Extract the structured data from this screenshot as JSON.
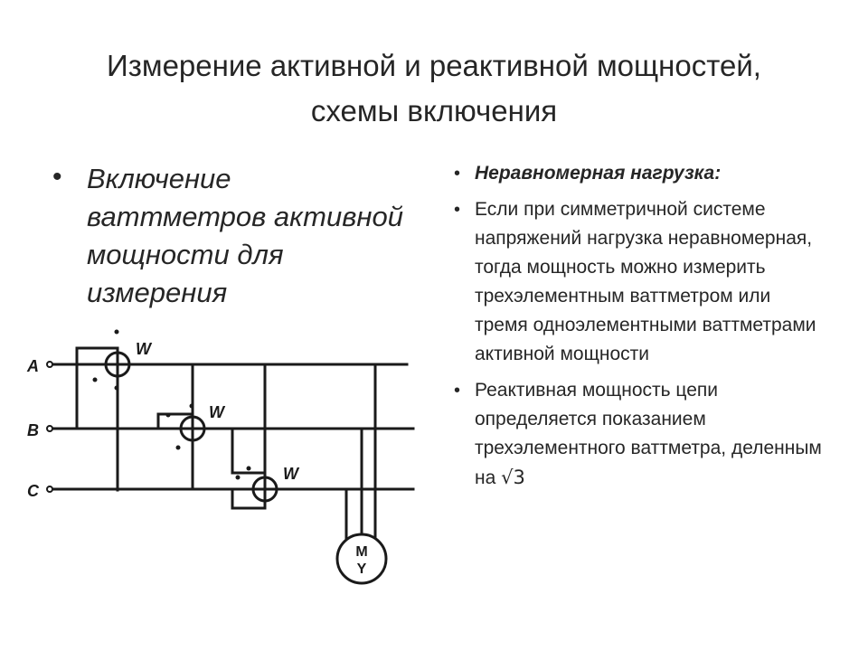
{
  "title": {
    "line1": "Измерение активной и реактивной мощностей,",
    "line2": "схемы включения"
  },
  "left": {
    "bullet": "•",
    "text": "Включение ваттметров активной мощности для измерения"
  },
  "right": {
    "bullet": "•",
    "items": [
      {
        "text": "Неравномерная нагрузка:"
      },
      {
        "text": "Если при симметричной системе напряжений нагрузка неравномерная, тогда мощность можно измерить трехэлементным ваттметром или тремя одноэлементными ваттметрами активной мощности"
      },
      {
        "text": "Реактивная мощность цепи определяется показанием трехэлементного ваттметра, деленным на ",
        "sqrt": "√3"
      }
    ]
  },
  "diagram": {
    "phase_a": "A",
    "phase_b": "B",
    "phase_c": "C",
    "meter_symbol": "W",
    "motor_top": "M",
    "motor_bottom": "Y"
  }
}
